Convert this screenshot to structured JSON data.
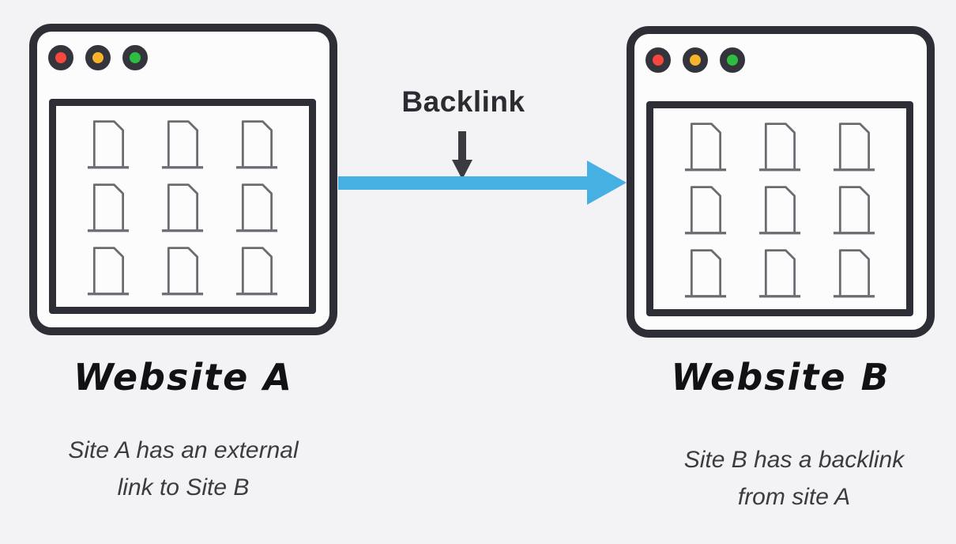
{
  "background_color": "#f3f3f5",
  "outline_color": "#2e2e36",
  "arrow": {
    "label": "Backlink",
    "color": "#47b0e2",
    "pointer_color": "#3a3a40",
    "direction": "left-to-right"
  },
  "sites": [
    {
      "title": "Website A",
      "caption": "Site A has an external\nlink to Site B"
    },
    {
      "title": "Website B",
      "caption": "Site B has a backlink\nfrom site A"
    }
  ],
  "window": {
    "traffic_lights": [
      {
        "name": "red-light",
        "color": "#f8473e"
      },
      {
        "name": "yellow-light",
        "color": "#f8b32a"
      },
      {
        "name": "green-light",
        "color": "#2dbe41"
      }
    ],
    "document_icon_color": "#6b6b72",
    "documents_per_window": 9
  }
}
